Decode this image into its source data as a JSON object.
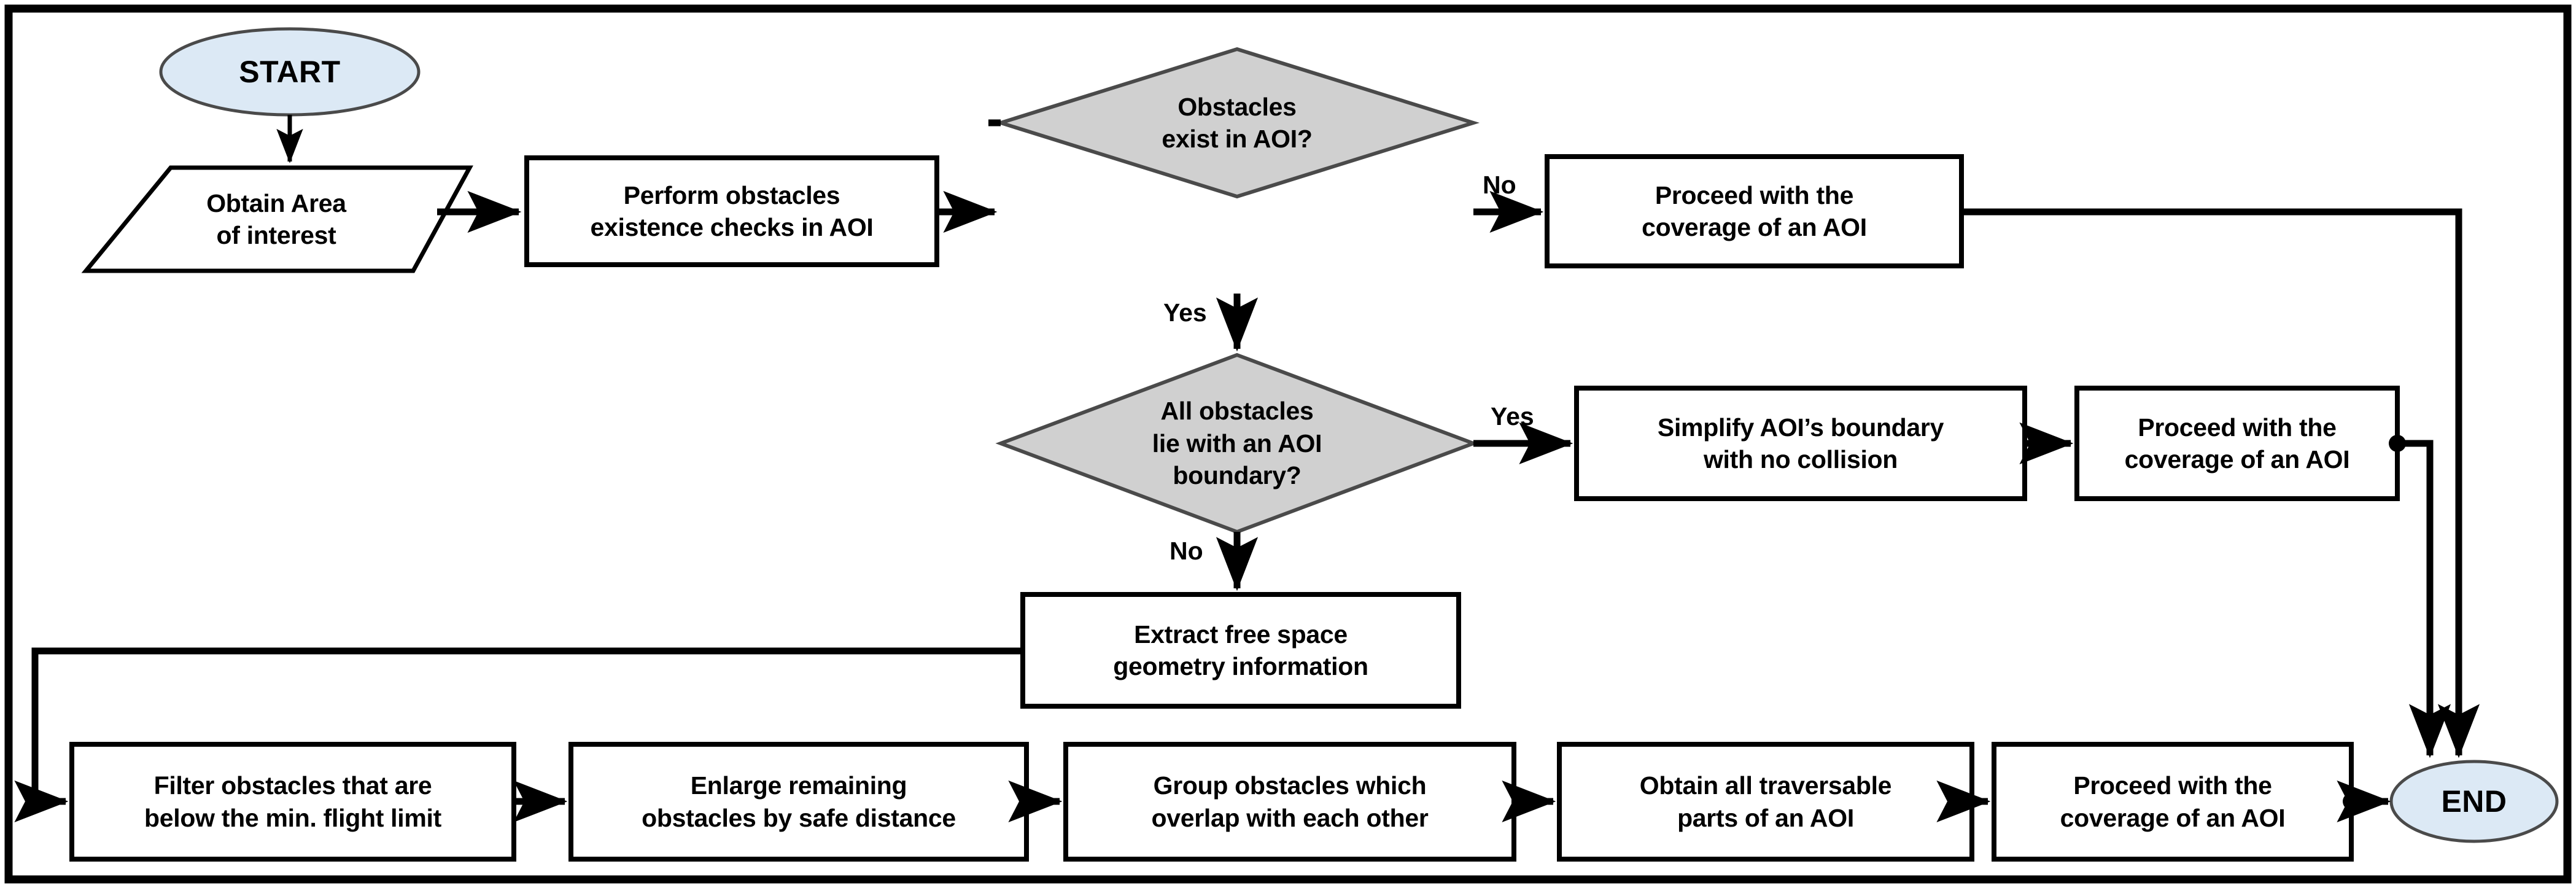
{
  "diagram": {
    "title": "Coverage path planning flowchart for an Area of Interest (AOI)",
    "colors": {
      "terminator_fill": "#dce9f5",
      "decision_fill": "#d0d0d0",
      "process_fill": "#ffffff",
      "stroke": "#000000",
      "frame": "#000000",
      "background": "#ffffff"
    },
    "frame": {
      "visible": true
    }
  },
  "nodes": {
    "start": {
      "id": "start",
      "shape": "terminator",
      "label": "START"
    },
    "obtain_area": {
      "id": "obtain_area",
      "shape": "parallelogram-io",
      "label": "Obtain Area\nof interest"
    },
    "perform_checks": {
      "id": "perform_checks",
      "shape": "process",
      "label": "Perform obstacles\nexistence checks in AOI"
    },
    "obstacles_exist": {
      "id": "obstacles_exist",
      "shape": "decision",
      "label": "Obstacles\nexist in AOI?"
    },
    "proceed_top": {
      "id": "proceed_top",
      "shape": "process",
      "label": "Proceed with the\ncoverage of an AOI"
    },
    "all_in_boundary": {
      "id": "all_in_boundary",
      "shape": "decision",
      "label": "All obstacles\nlie with an AOI\nboundary?"
    },
    "simplify_boundary": {
      "id": "simplify_boundary",
      "shape": "process",
      "label": "Simplify AOI’s boundary\nwith no collision"
    },
    "proceed_mid": {
      "id": "proceed_mid",
      "shape": "process",
      "label": "Proceed with the\ncoverage of an AOI"
    },
    "extract_free_space": {
      "id": "extract_free_space",
      "shape": "process",
      "label": "Extract free space\ngeometry information"
    },
    "filter_obstacles": {
      "id": "filter_obstacles",
      "shape": "process",
      "label": "Filter obstacles that are\nbelow the min. flight limit"
    },
    "enlarge_obstacles": {
      "id": "enlarge_obstacles",
      "shape": "process",
      "label": "Enlarge remaining\nobstacles by safe distance"
    },
    "group_obstacles": {
      "id": "group_obstacles",
      "shape": "process",
      "label": "Group obstacles which\noverlap with each other"
    },
    "obtain_traversable": {
      "id": "obtain_traversable",
      "shape": "process",
      "label": "Obtain all traversable\nparts of an AOI"
    },
    "proceed_bottom": {
      "id": "proceed_bottom",
      "shape": "process",
      "label": "Proceed with the\ncoverage of an AOI"
    },
    "end": {
      "id": "end",
      "shape": "terminator",
      "label": "END"
    }
  },
  "edge_labels": {
    "no_top": "No",
    "yes_top": "Yes",
    "yes_mid": "Yes",
    "no_mid": "No"
  },
  "edges": [
    {
      "from": "start",
      "to": "obtain_area",
      "label": ""
    },
    {
      "from": "obtain_area",
      "to": "perform_checks",
      "label": ""
    },
    {
      "from": "perform_checks",
      "to": "obstacles_exist",
      "label": ""
    },
    {
      "from": "obstacles_exist",
      "to": "proceed_top",
      "label": "No"
    },
    {
      "from": "obstacles_exist",
      "to": "all_in_boundary",
      "label": "Yes"
    },
    {
      "from": "proceed_top",
      "to": "end",
      "label": ""
    },
    {
      "from": "all_in_boundary",
      "to": "simplify_boundary",
      "label": "Yes"
    },
    {
      "from": "simplify_boundary",
      "to": "proceed_mid",
      "label": ""
    },
    {
      "from": "proceed_mid",
      "to": "end",
      "label": ""
    },
    {
      "from": "all_in_boundary",
      "to": "extract_free_space",
      "label": "No"
    },
    {
      "from": "extract_free_space",
      "to": "filter_obstacles",
      "label": ""
    },
    {
      "from": "filter_obstacles",
      "to": "enlarge_obstacles",
      "label": ""
    },
    {
      "from": "enlarge_obstacles",
      "to": "group_obstacles",
      "label": ""
    },
    {
      "from": "group_obstacles",
      "to": "obtain_traversable",
      "label": ""
    },
    {
      "from": "obtain_traversable",
      "to": "proceed_bottom",
      "label": ""
    },
    {
      "from": "proceed_bottom",
      "to": "end",
      "label": ""
    }
  ]
}
